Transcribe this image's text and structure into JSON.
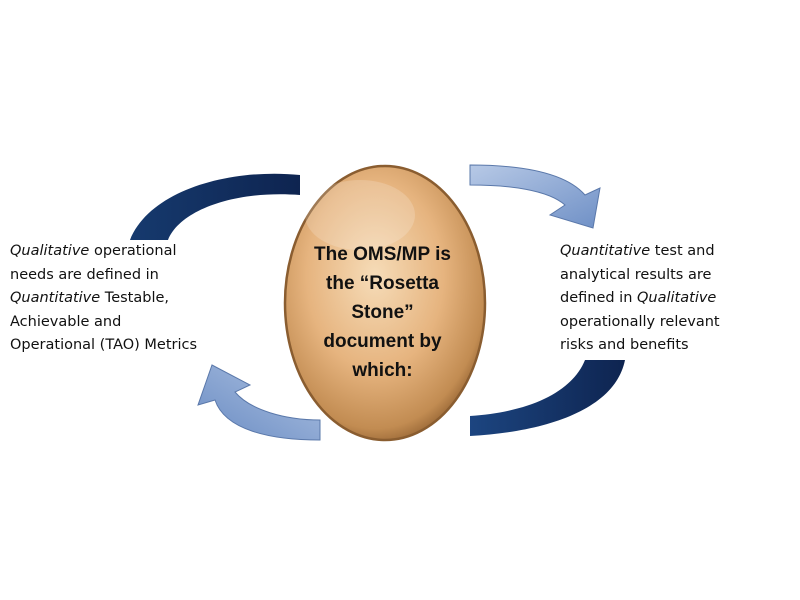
{
  "diagram": {
    "center": {
      "lines": [
        "The OMS/MP is",
        "the “Rosetta",
        "Stone”",
        "document by",
        "which:"
      ]
    },
    "left": {
      "lines": [
        {
          "em": "Qualitative",
          "rest": " operational"
        },
        {
          "em": "",
          "rest": "needs are defined in"
        },
        {
          "em": "Quantitative",
          "rest": " Testable,"
        },
        {
          "em": "",
          "rest": "Achievable and"
        },
        {
          "em": "",
          "rest": "Operational (TAO) Metrics"
        }
      ]
    },
    "right": {
      "lines": [
        {
          "pre": "",
          "em": "Quantitative",
          "rest": " test and"
        },
        {
          "pre": "analytical results are",
          "em": "",
          "rest": ""
        },
        {
          "pre": "defined in ",
          "em": "Qualitative",
          "rest": ""
        },
        {
          "pre": "operationally relevant",
          "em": "",
          "rest": ""
        },
        {
          "pre": "risks and benefits",
          "em": "",
          "rest": ""
        }
      ]
    },
    "colors": {
      "dark_arrow": "#14305f",
      "light_arrow": "#7f9fd0",
      "egg_center": "#f3cfa2",
      "egg_edge": "#b7844d"
    }
  }
}
